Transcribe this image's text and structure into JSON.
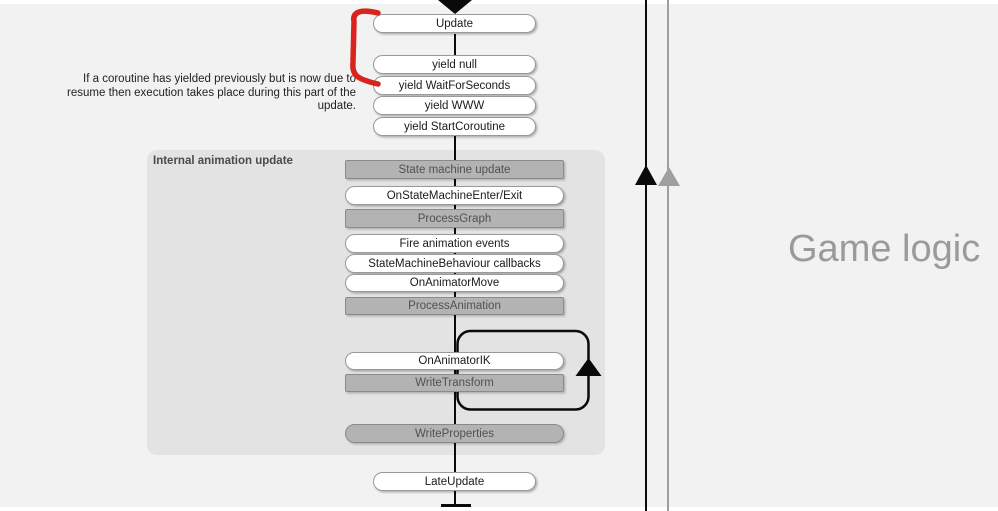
{
  "colors": {
    "background": "#f2f2f2",
    "container": "#e3e3e3",
    "gray_box_fill": "#b3b3b3",
    "gray_box_border": "#8a8a8a",
    "gray_box_text": "#515151",
    "white_box_border": "#9a9a9a",
    "white_box_text": "#1a1a1a",
    "line_black": "#0a0a0a",
    "line_gray": "#9f9f9f",
    "game_logic_text": "#9a9a9a",
    "annotation_red": "#d8231f",
    "annotation_text": "#222222",
    "container_label_text": "#4a4a4a"
  },
  "annotation": {
    "lines": [
      "If a coroutine has yielded previously but is now due to",
      "resume then execution takes place during this part of the",
      "update."
    ]
  },
  "container_label": "Internal animation update",
  "section_label": "Game logic",
  "nodes": {
    "update": "Update",
    "yield_null": "yield null",
    "yield_wait": "yield WaitForSeconds",
    "yield_www": "yield WWW",
    "yield_start": "yield StartCoroutine",
    "state_machine_update": "State machine update",
    "on_state_machine": "OnStateMachineEnter/Exit",
    "process_graph": "ProcessGraph",
    "fire_events": "Fire animation events",
    "smb_callbacks": "StateMachineBehaviour callbacks",
    "on_animator_move": "OnAnimatorMove",
    "process_animation": "ProcessAnimation",
    "on_animator_ik": "OnAnimatorIK",
    "write_transform": "WriteTransform",
    "write_properties": "WriteProperties",
    "late_update": "LateUpdate"
  }
}
